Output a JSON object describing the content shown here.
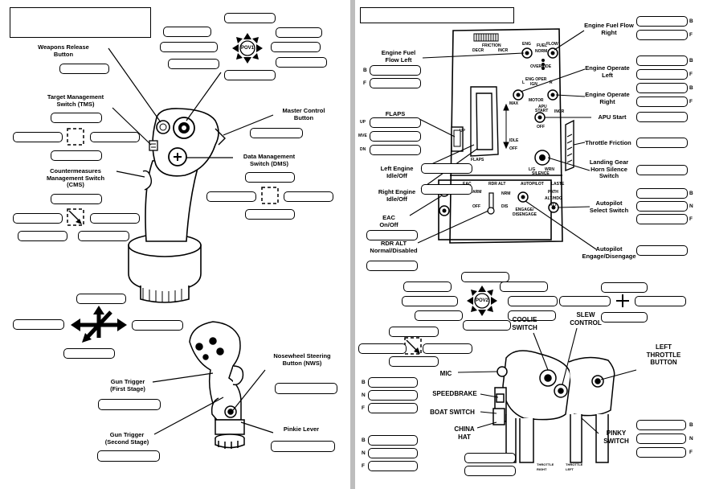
{
  "left_page": {
    "labels": {
      "weapons_release": "Weapons Release\nButton",
      "target_management": "Target Management\nSwitch (TMS)",
      "master_control": "Master Control\nButton",
      "data_management": "Data Management\nSwitch (DMS)",
      "countermeasures": "Countermeasures\nManagement Switch\n(CMS)",
      "nosewheel": "Nosewheel Steering\nButton (NWS)",
      "gun_trigger_first": "Gun Trigger\n(First Stage)",
      "gun_trigger_second": "Gun Trigger\n(Second Stage)",
      "pinkie_lever": "Pinkie Lever",
      "pov1": "POV1"
    }
  },
  "right_page": {
    "labels": {
      "engine_fuel_flow_left": "Engine Fuel\nFlow Left",
      "engine_fuel_flow_right": "Engine Fuel Flow\nRight",
      "engine_operate_left": "Engine Operate\nLeft",
      "engine_operate_right": "Engine Operate\nRight",
      "flaps": "FLAPS",
      "apu_start": "APU Start",
      "throttle_friction": "Throttle Friction",
      "landing_gear_horn": "Landing Gear\nHorn Silence\nSwitch",
      "left_engine_idle": "Left Engine\nIdle/Off",
      "right_engine_idle": "Right Engine\nIdle/Off",
      "eac": "EAC\nOn/Off",
      "rdr_alt": "RDR ALT\nNormal/Disabled",
      "autopilot_select": "Autopilot\nSelect Switch",
      "autopilot_engage": "Autopilot\nEngage/Disengage",
      "coolie_switch": "COOLIE\nSWITCH",
      "slew_control": "SLEW\nCONTROL",
      "left_throttle_button": "LEFT\nTHROTTLE\nBUTTON",
      "mic": "MIC",
      "speedbrake": "SPEEDBRAKE",
      "boat_switch": "BOAT SWITCH",
      "china_hat": "CHINA\nHAT",
      "pinky_switch": "PINKY\nSWITCH",
      "pov2": "POV2"
    },
    "panel_text": {
      "friction": "FRICTION",
      "decr": "DECR",
      "incr": "INCR",
      "eng": "ENG",
      "fuel": "FUEL",
      "flow": "FLOW",
      "norm": "NORM",
      "override": "OVERRIDE",
      "eng_oper": "ENG OPER",
      "ign": "IGN",
      "l": "L",
      "r": "R",
      "motor": "MOTOR",
      "apu": "APU",
      "start": "START",
      "off": "OFF",
      "max": "MAX",
      "idle": "IDLE",
      "flaps_panel": "FLAPS",
      "up": "UP",
      "mve": "MVE",
      "dn": "DN",
      "l_gr": "L/G",
      "wrn": "WRN",
      "silence": "SILENCE",
      "eac": "EAC",
      "arm": "ARM",
      "rdr_alt": "RDR ALT",
      "nrm": "NRM",
      "dis": "DIS",
      "autopilot": "AUTOPILOT",
      "laste": "LASTE",
      "path": "PATH",
      "alt_hdg": "ALT/HDG",
      "alt": "ALT",
      "engage_disengage": "ENGAGE/\nDISENGAGE",
      "throttle_right": "THROTTLE\nRIGHT",
      "throttle_left": "THROTTLE\nLEFT"
    },
    "side_letters": {
      "b": "B",
      "n": "N",
      "f": "F"
    },
    "flap_marks": [
      "UP",
      "MVE",
      "DN"
    ]
  }
}
